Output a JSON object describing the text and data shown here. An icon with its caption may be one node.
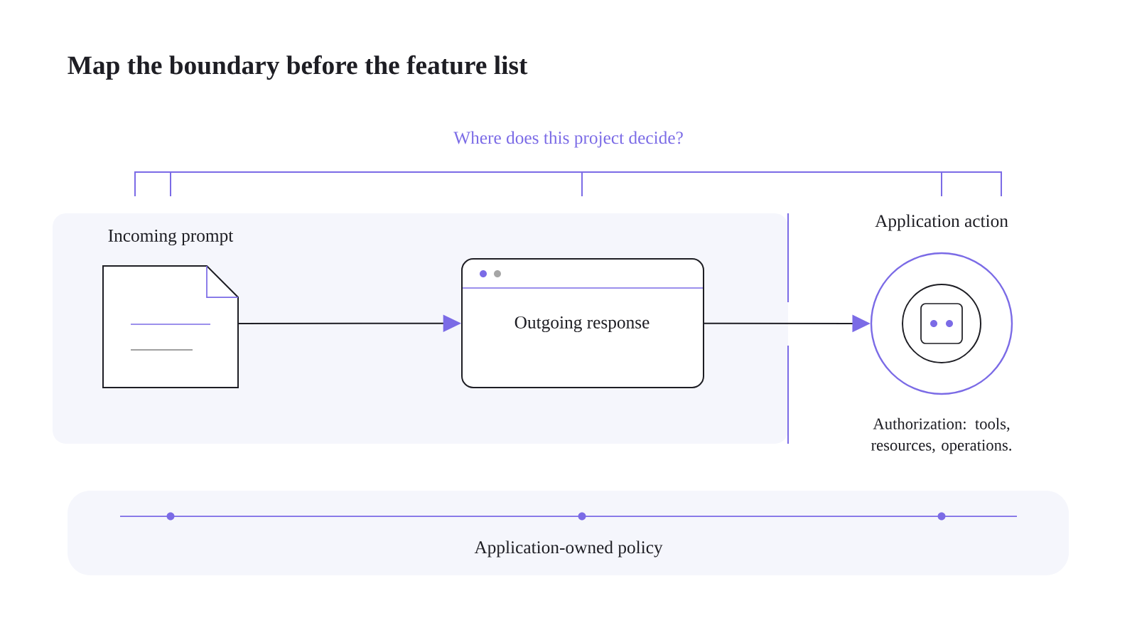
{
  "diagram": {
    "title": "Map the boundary before the feature list",
    "nodes": [
      {
        "text": [],
        "shape": "box"
      },
      {
        "text": [
          "Incoming prompt"
        ],
        "in": 0
      },
      {
        "text": [
          "Outgoing response"
        ],
        "in": 0
      },
      {
        "text": [
          "Application action"
        ],
        "beside": [
          "Authorization: tools, resources, operations."
        ]
      },
      {
        "text": [
          "Application-owned policy"
        ]
      }
    ],
    "edges": [
      {
        "from": 1,
        "to": 2,
        "arrow": "to"
      },
      {
        "from": 2,
        "to": 3,
        "arrow": "to"
      }
    ],
    "labels": [
      "Where does this project decide?"
    ]
  }
}
